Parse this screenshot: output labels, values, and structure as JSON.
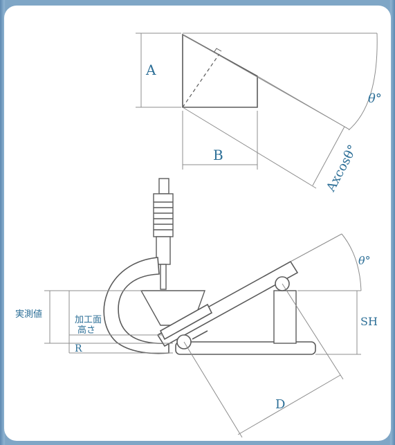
{
  "diagram": {
    "labels": {
      "a": "A",
      "b": "B",
      "theta_top": "θ°",
      "axcos": "Axcosθ°",
      "theta_bottom": "θ°",
      "sh": "SH",
      "d": "D",
      "r": "R",
      "measured_value": "実測値",
      "machined_surface_1": "加工面",
      "machined_surface_2": "高さ"
    },
    "colors": {
      "line": "#5a5a5a",
      "dim_line": "#8c8c8c",
      "label": "#2d6f97",
      "background": "#ffffff",
      "border": "#7fa6c6"
    }
  }
}
